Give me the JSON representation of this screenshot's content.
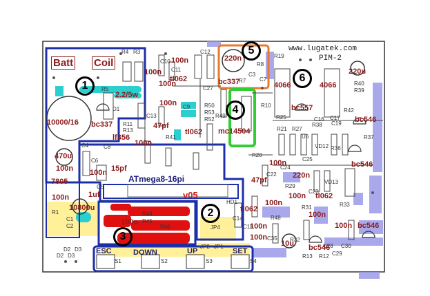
{
  "header": {
    "website": "www.lugatek.com",
    "board_name": "PIM-2"
  },
  "zone_numbers": [
    "1",
    "2",
    "3",
    "4",
    "5",
    "6"
  ],
  "blocks": {
    "battery": "Batt",
    "coil": "Coil",
    "mcu": "ATmega8-16pi",
    "version": "v05"
  },
  "buttons": [
    "ESC",
    "DOWN",
    "UP",
    "SET"
  ],
  "component_values": {
    "r1": "2.2/5w",
    "c1": "10000/16",
    "q1": "bc337",
    "c2": "470u",
    "c3": "100n",
    "u1": "7805",
    "c4": "100n",
    "c5": "1uf",
    "c6": "10800u",
    "c7": "100n",
    "c8": "15pf",
    "c9": "100n",
    "c10": "100n",
    "c11": "100n",
    "c12": "100n",
    "d1": "lf356",
    "c13": "47pf",
    "u2": "tl062",
    "u3": "tl062",
    "c14": "220n",
    "q2": "bc337",
    "c15": "100n",
    "ic1": "mc14504",
    "c16": "220u",
    "c17": "4066",
    "c18": "4066",
    "q3": "bc557",
    "q4": "bc546",
    "q5": "bc546",
    "c19": "47pf",
    "c20": "220n",
    "c21": "100n",
    "u4": "tl062",
    "u5": "tl062",
    "c22": "100n",
    "c23": "100n",
    "c24": "100n",
    "c25": "100n",
    "c26": "100n",
    "c27": "100n",
    "q6": "bc546",
    "c28": "10u",
    "q7": "bc546",
    "c29": "100n"
  },
  "silkscreen": [
    "R4",
    "R3",
    "R5",
    "C10",
    "C11",
    "C12",
    "D1",
    "D2",
    "D3",
    "R11",
    "R13",
    "C13",
    "R19",
    "C27",
    "R20",
    "C5",
    "C9",
    "R50",
    "R53",
    "R52",
    "C3",
    "C7",
    "R49",
    "R41",
    "R8",
    "R10",
    "U6",
    "C16",
    "C17",
    "C19",
    "R21",
    "R25",
    "R27",
    "R37",
    "R38",
    "R39",
    "R40",
    "R42",
    "VD12",
    "C25",
    "C24",
    "C22",
    "C23",
    "R29",
    "R31",
    "R33",
    "VD13",
    "R36",
    "C28",
    "C29",
    "C30",
    "R44",
    "R45",
    "R46",
    "C14",
    "HD1",
    "JP4",
    "JP1",
    "JP2",
    "C18",
    "R48",
    "R32",
    "C35",
    "R12",
    "R13",
    "R7",
    "R1",
    "S1",
    "S2",
    "S3",
    "S4",
    "D2",
    "D3",
    "C1",
    "C2",
    "C4",
    "C8",
    "C6"
  ],
  "colors": {
    "outline_blue": "#1c2fa8",
    "highlight_red": "#e01010",
    "highlight_yellow": "#ffee99",
    "highlight_orange": "#e87a30",
    "highlight_green": "#33cc33",
    "highlight_cyan": "#33cccc",
    "highlight_lavender": "#8a8ae6",
    "value_text": "#8b1a1a"
  }
}
